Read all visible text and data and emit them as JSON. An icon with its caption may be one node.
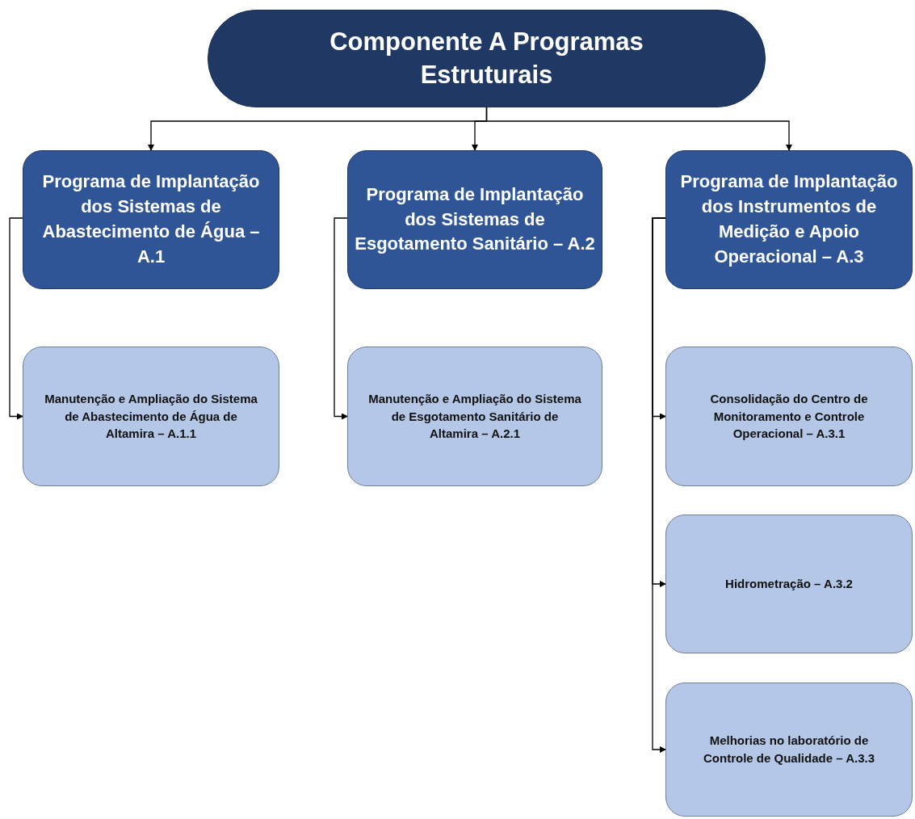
{
  "diagram": {
    "nodes": [
      {
        "text": [
          "Componente A Programas Estruturais"
        ]
      },
      {
        "text": [
          "Programa de Implantação dos Sistemas de Abastecimento de Água – A.1"
        ]
      },
      {
        "text": [
          "Programa de Implantação dos Sistemas de Esgotamento Sanitário – A.2"
        ]
      },
      {
        "text": [
          "Programa de Implantação dos Instrumentos de Medição e Apoio Operacional – A.3"
        ]
      },
      {
        "text": [
          "Manutenção e Ampliação do Sistema de Abastecimento de Água de Altamira – A.1.1"
        ]
      },
      {
        "text": [
          "Manutenção e Ampliação do Sistema de Esgotamento Sanitário de Altamira – A.2.1"
        ]
      },
      {
        "text": [
          "Consolidação do Centro de Monitoramento e Controle Operacional – A.3.1"
        ]
      },
      {
        "text": [
          "Hidrometração – A.3.2"
        ]
      },
      {
        "text": [
          "Melhorias no laboratório de Controle de Qualidade – A.3.3"
        ]
      }
    ],
    "edges": [
      {
        "from": 0,
        "to": 1,
        "arrow": "to"
      },
      {
        "from": 0,
        "to": 2,
        "arrow": "to"
      },
      {
        "from": 0,
        "to": 3,
        "arrow": "to"
      },
      {
        "from": 1,
        "to": 4,
        "arrow": "to"
      },
      {
        "from": 2,
        "to": 5,
        "arrow": "to"
      },
      {
        "from": 3,
        "to": 6,
        "arrow": "to"
      },
      {
        "from": 3,
        "to": 7,
        "arrow": "to"
      },
      {
        "from": 3,
        "to": 8,
        "arrow": "to"
      }
    ]
  }
}
